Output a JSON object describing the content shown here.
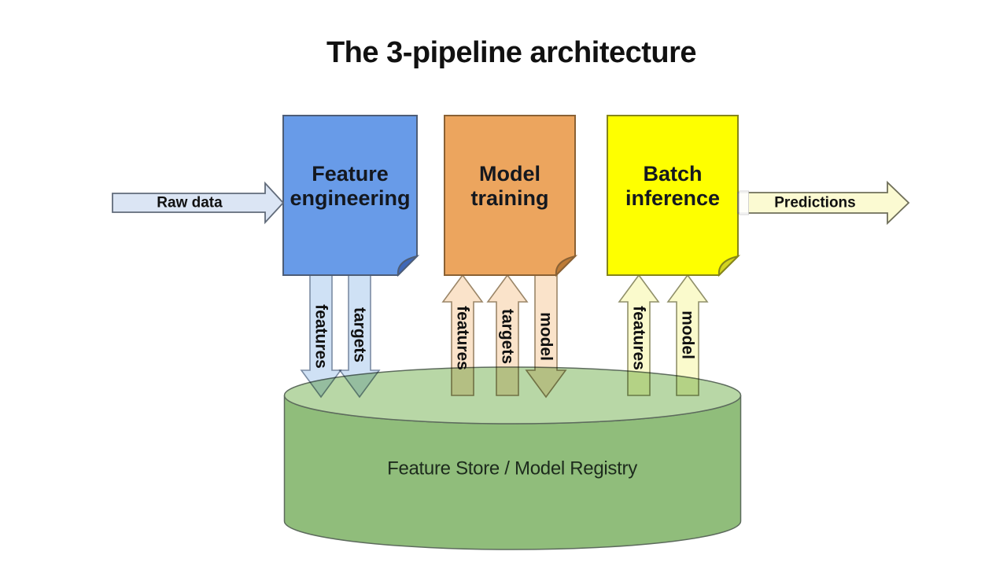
{
  "title": "The 3-pipeline architecture",
  "flow": {
    "input_label": "Raw data",
    "output_label": "Predictions"
  },
  "pipelines": [
    {
      "name": "feature-engineering",
      "line1": "Feature",
      "line2": "engineering",
      "fill": "#689be8",
      "fold": "#3f68b8",
      "border": "#4d5d77"
    },
    {
      "name": "model-training",
      "line1": "Model",
      "line2": "training",
      "fill": "#eca55e",
      "fold": "#bd7b36",
      "border": "#8a6134"
    },
    {
      "name": "batch-inference",
      "line1": "Batch",
      "line2": "inference",
      "fill": "#feff00",
      "fold": "#d3d41f",
      "border": "#85851a"
    }
  ],
  "store": {
    "label": "Feature Store / Model Registry",
    "body_fill": "#90bd7b",
    "top_fill": "#b8d7a6"
  },
  "arrows": {
    "fe_store": [
      {
        "label": "features",
        "direction": "down"
      },
      {
        "label": "targets",
        "direction": "down"
      }
    ],
    "store_mt": [
      {
        "label": "features",
        "direction": "up"
      },
      {
        "label": "targets",
        "direction": "up"
      }
    ],
    "mt_store": [
      {
        "label": "model",
        "direction": "down"
      }
    ],
    "store_bi": [
      {
        "label": "features",
        "direction": "up"
      },
      {
        "label": "model",
        "direction": "up"
      }
    ]
  },
  "arrow_styles": {
    "input_fill": "#dbe5f4",
    "output_fill": "#fbfad2",
    "blue_fill": "#cfe1f5",
    "peach_fill": "#fae3ca",
    "yellow_fill": "#fafacc"
  }
}
